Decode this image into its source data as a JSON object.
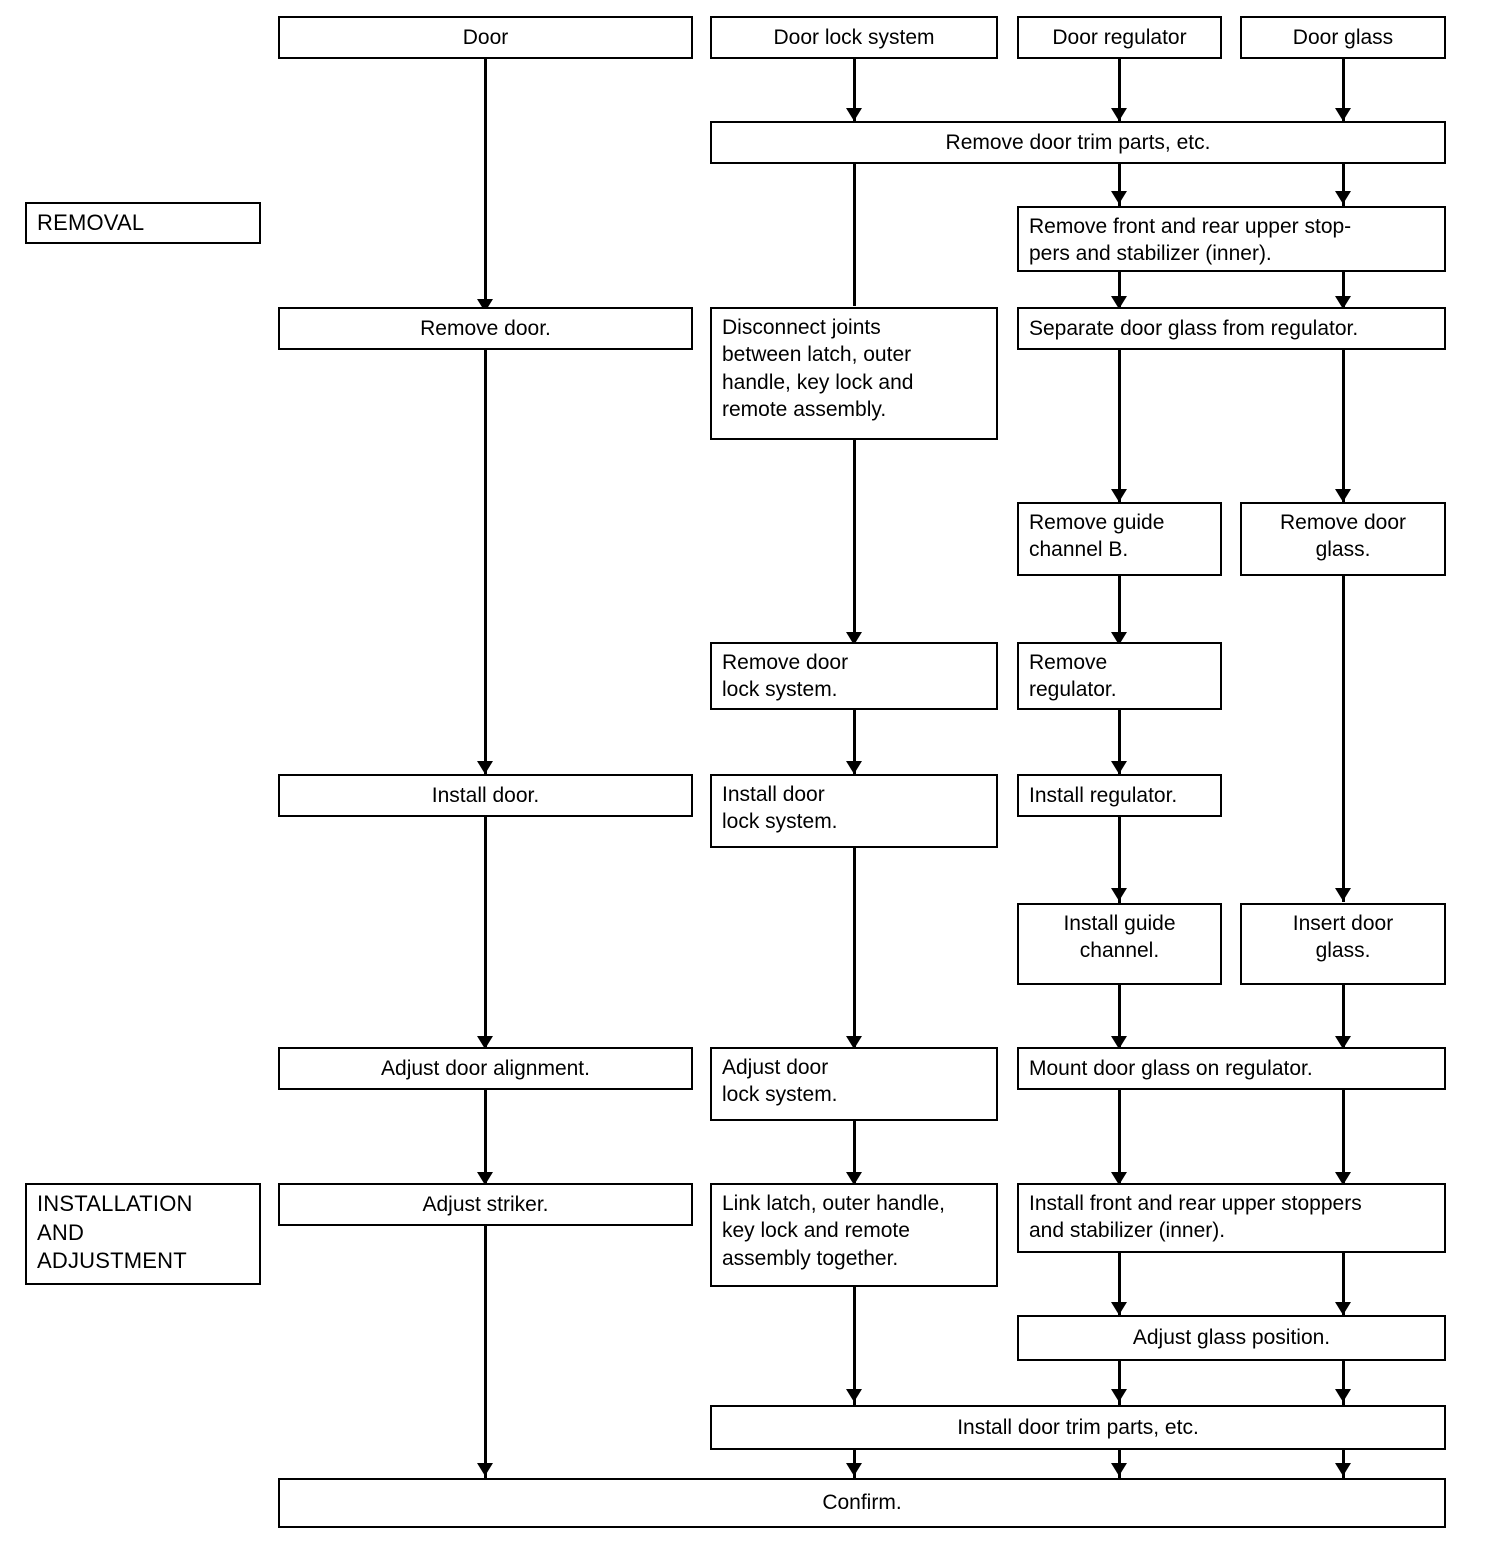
{
  "diagram": {
    "title_boxes": [
      {
        "id": "door",
        "label": "Door"
      },
      {
        "id": "door-lock-system",
        "label": "Door lock system"
      },
      {
        "id": "door-regulator",
        "label": "Door regulator"
      },
      {
        "id": "door-glass",
        "label": "Door glass"
      }
    ],
    "stage_labels": [
      {
        "id": "removal",
        "label": "REMOVAL"
      },
      {
        "id": "installation",
        "label": "INSTALLATION\nAND\nADJUSTMENT"
      }
    ],
    "steps": [
      {
        "id": "remove-door-trim-parts",
        "label": "Remove door trim parts, etc."
      },
      {
        "id": "remove-upper-stoppers",
        "label": "Remove front and rear upper stop-\npers and stabilizer (inner)."
      },
      {
        "id": "remove-door",
        "label": "Remove door."
      },
      {
        "id": "disconnect-joints",
        "label": "Disconnect joints\nbetween latch, outer\nhandle, key lock and\nremote assembly."
      },
      {
        "id": "separate-door-glass",
        "label": "Separate door glass from regulator."
      },
      {
        "id": "remove-guide-channel-b",
        "label": "Remove guide\nchannel B."
      },
      {
        "id": "remove-door-glass",
        "label": "Remove door\nglass."
      },
      {
        "id": "remove-door-lock-system",
        "label": "Remove door\nlock system."
      },
      {
        "id": "remove-regulator",
        "label": "Remove\nregulator."
      },
      {
        "id": "install-door",
        "label": "Install door."
      },
      {
        "id": "install-door-lock-system",
        "label": "Install door\nlock system."
      },
      {
        "id": "install-regulator",
        "label": "Install regulator."
      },
      {
        "id": "install-guide-channel",
        "label": "Install guide\nchannel."
      },
      {
        "id": "insert-door-glass",
        "label": "Insert door\nglass."
      },
      {
        "id": "adjust-door-alignment",
        "label": "Adjust door alignment."
      },
      {
        "id": "adjust-door-lock-system",
        "label": "Adjust door\nlock system."
      },
      {
        "id": "mount-door-glass-on-regulator",
        "label": "Mount door glass on regulator."
      },
      {
        "id": "adjust-striker",
        "label": "Adjust striker."
      },
      {
        "id": "link-latch",
        "label": "Link latch, outer handle,\nkey lock and remote\nassembly together."
      },
      {
        "id": "install-upper-stoppers",
        "label": "Install front and rear upper stoppers\nand stabilizer (inner)."
      },
      {
        "id": "adjust-glass-position",
        "label": "Adjust glass position."
      },
      {
        "id": "install-door-trim-parts",
        "label": "Install door trim parts, etc."
      },
      {
        "id": "confirm",
        "label": "Confirm."
      }
    ],
    "colors": {
      "line": "#000000",
      "box_fill": "#ffffff",
      "text": "#000000"
    }
  }
}
